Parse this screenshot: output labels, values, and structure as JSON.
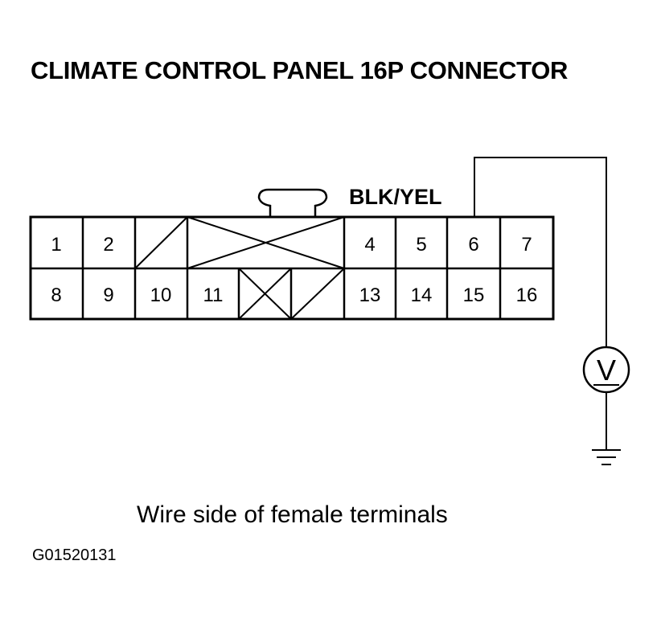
{
  "title": "CLIMATE CONTROL PANEL 16P CONNECTOR",
  "wire_label": "BLK/YEL",
  "caption": "Wire side of female terminals",
  "figure_id": "G01520131",
  "meter_symbol": "V",
  "top_row": [
    {
      "label": "1"
    },
    {
      "label": "2"
    },
    {
      "label": ""
    },
    {
      "label": ""
    },
    {
      "label": ""
    },
    {
      "label": "4"
    },
    {
      "label": "5"
    },
    {
      "label": "6"
    },
    {
      "label": "7"
    }
  ],
  "bottom_row": [
    {
      "label": "8"
    },
    {
      "label": "9"
    },
    {
      "label": "10"
    },
    {
      "label": "11"
    },
    {
      "label": ""
    },
    {
      "label": ""
    },
    {
      "label": "13"
    },
    {
      "label": "14"
    },
    {
      "label": "15"
    },
    {
      "label": "16"
    }
  ]
}
